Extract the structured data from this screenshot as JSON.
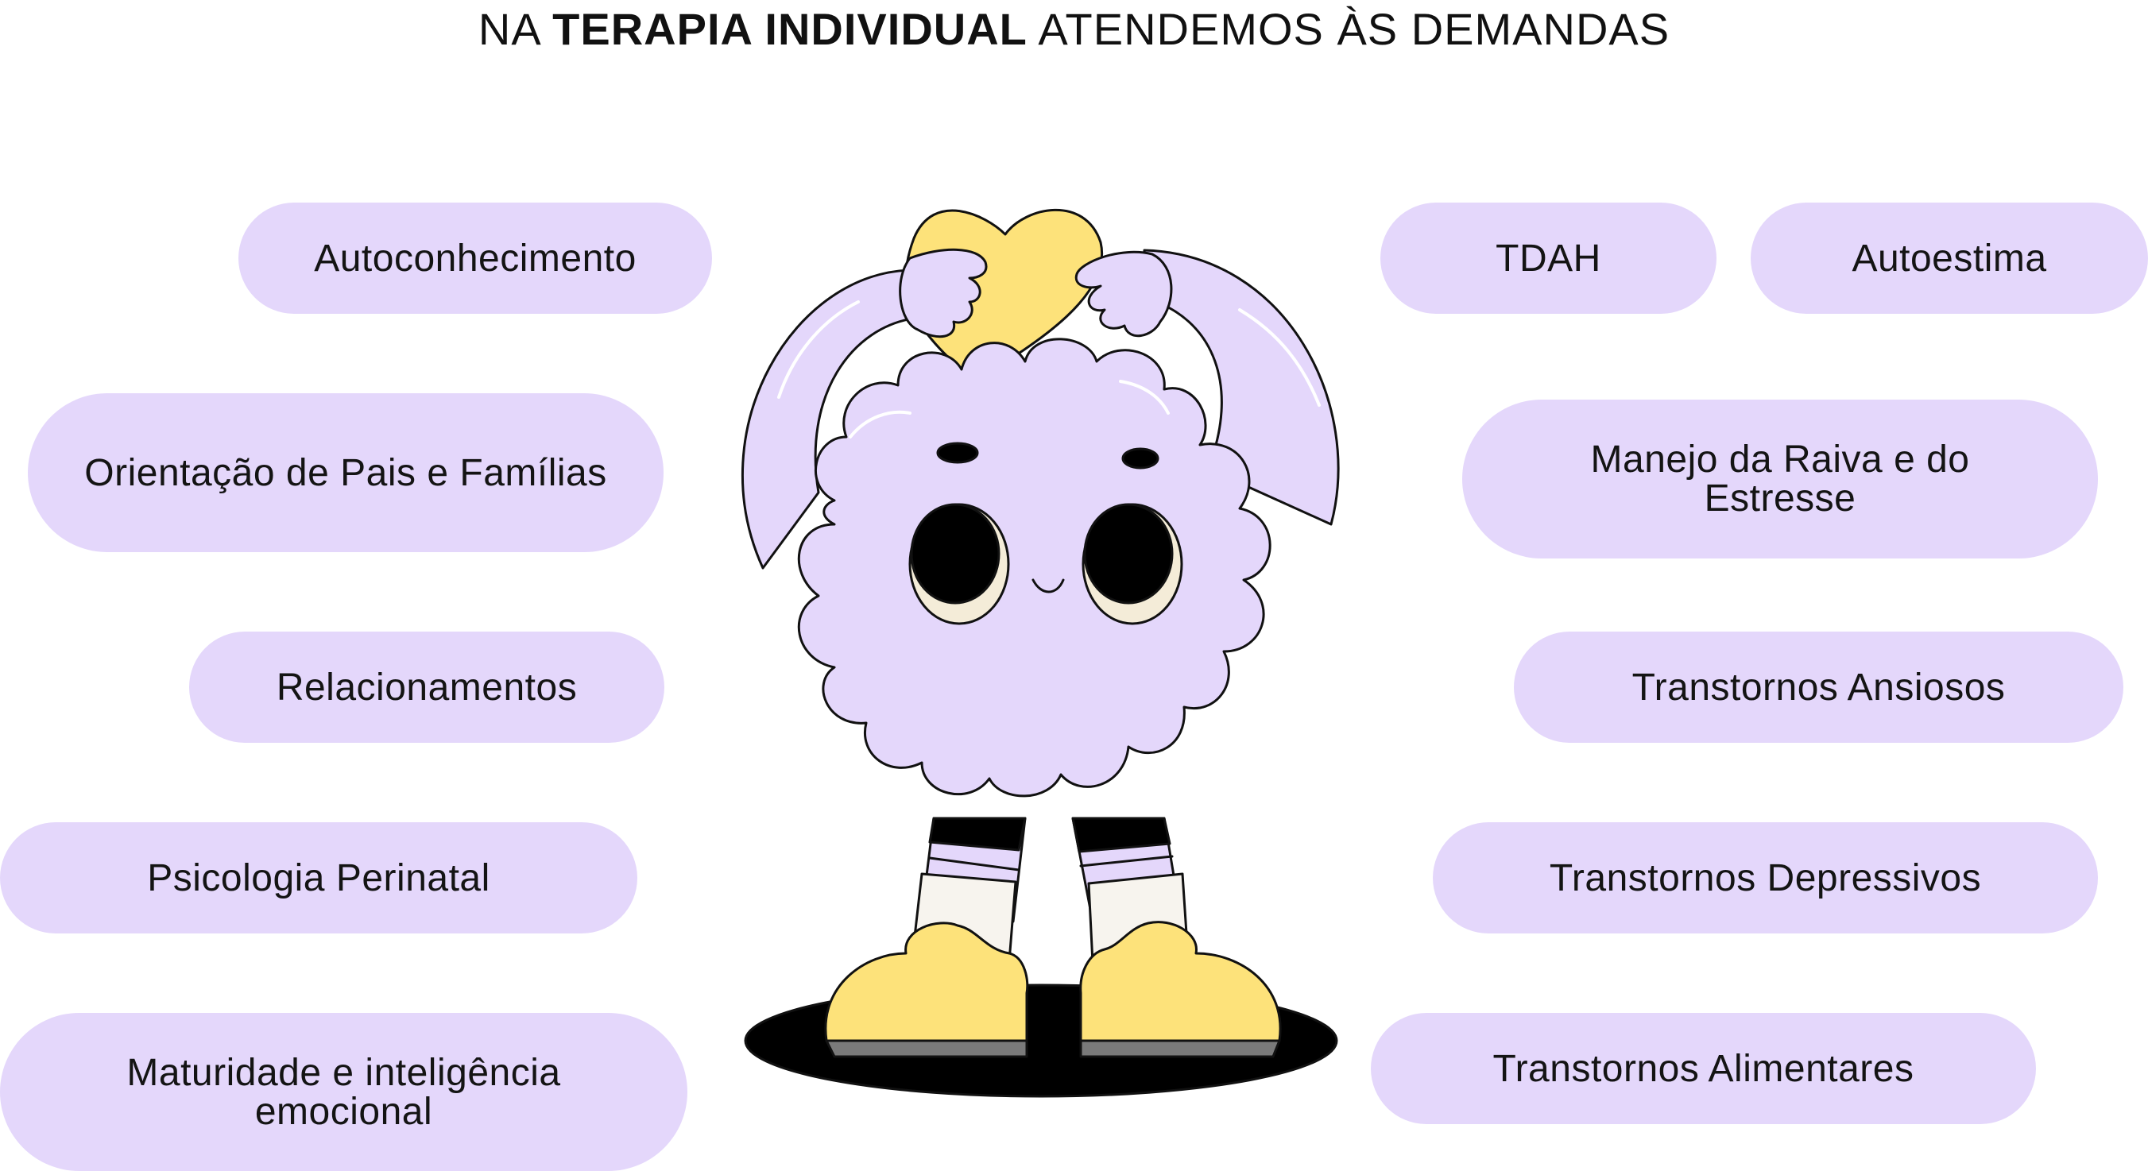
{
  "title": {
    "prefix": "NA",
    "bold": "TERAPIA INDIVIDUAL",
    "suffix": "ATENDEMOS ÀS DEMANDAS"
  },
  "left_topics": [
    "Autoconhecimento",
    "Orientação de Pais e Famílias",
    "Relacionamentos",
    "Psicologia Perinatal",
    "Maturidade e inteligência emocional"
  ],
  "right_topics": [
    "TDAH",
    "Autoestima",
    "Manejo da Raiva e do Estresse",
    "Transtornos Ansiosos",
    "Transtornos Depressivos",
    "Transtornos Alimentares"
  ],
  "colors": {
    "pill": "#e4d7fb",
    "mascot_body": "#e4d7fb",
    "heart": "#fde27a",
    "shoes": "#fde27a",
    "outline": "#111111"
  },
  "mascot": {
    "icon": "purple-cloud-character-holding-heart"
  }
}
